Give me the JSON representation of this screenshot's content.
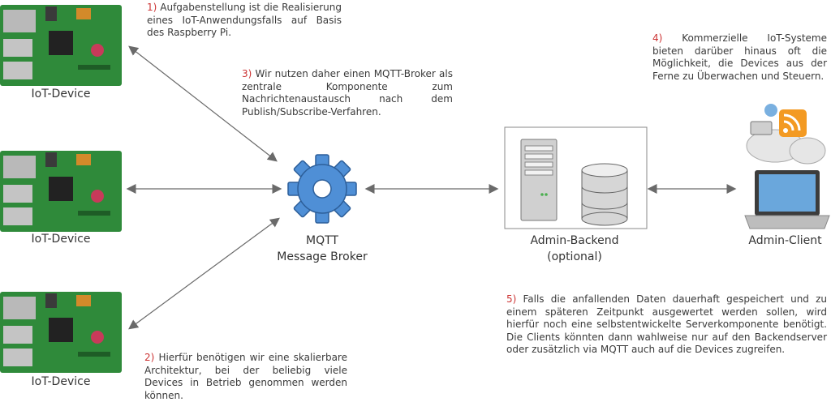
{
  "nodes": {
    "device_1": "IoT-Device",
    "device_2": "IoT-Device",
    "device_3": "IoT-Device",
    "broker_line1": "MQTT",
    "broker_line2": "Message Broker",
    "backend_line1": "Admin-Backend",
    "backend_line2": "(optional)",
    "client": "Admin-Client"
  },
  "notes": {
    "n1_num": "1)",
    "n1_text": "Aufgabenstellung ist die Realisierung eines IoT-Anwendungsfalls auf Basis des Raspberry Pi.",
    "n2_num": "2)",
    "n2_text": "Hierfür benötigen wir eine skalierbare Architektur, bei der beliebig viele Devices in Betrieb genommen werden können.",
    "n3_num": "3)",
    "n3_text": "Wir nutzen daher einen MQTT-Broker als zentrale Komponente zum Nachrichtenaustausch nach dem Publish/Subscribe-Verfahren.",
    "n4_num": "4)",
    "n4_text": "Kommerzielle IoT-Systeme bieten darüber hinaus oft die Möglichkeit, die Devices aus der Ferne zu Überwachen und Steuern.",
    "n5_num": "5)",
    "n5_text": "Falls die anfallenden Daten dauerhaft gespeichert und zu einem späteren Zeitpunkt ausgewertet werden sollen, wird hierfür noch eine selbstentwickelte Serverkomponente benötigt. Die Clients könnten dann wahlweise nur auf den Backendserver oder zusätzlich via MQTT auch auf die Devices zugreifen."
  },
  "colors": {
    "note_number": "#cc3333",
    "board_green": "#2f8a3a",
    "gear_blue": "#4f8fd6",
    "arrow": "#6a6a6a"
  },
  "icons": [
    "raspberry-pi-board-icon",
    "gear-icon",
    "server-tower-icon",
    "database-icon",
    "laptop-icon",
    "cloud-rss-icon"
  ]
}
